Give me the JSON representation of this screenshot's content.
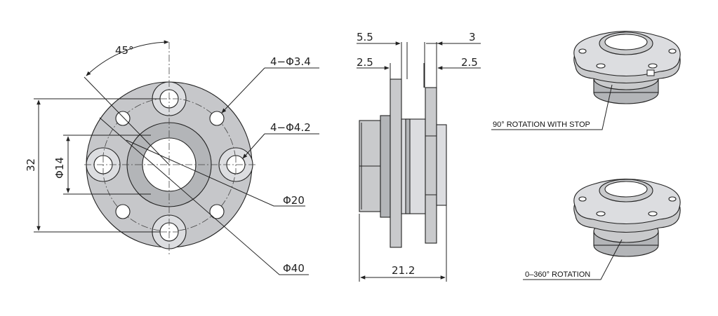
{
  "front_view": {
    "angle_label": "45°",
    "height_label": "32",
    "inner_dia_label": "Φ14",
    "hole_small_label": "4−Φ3.4",
    "hole_large_label": "4−Φ4.2",
    "bore_label": "Φ20",
    "outer_label": "Φ40"
  },
  "side_view": {
    "dim_top_left": "5.5",
    "dim_top_right": "3",
    "dim_mid_left": "2.5",
    "dim_mid_right": "2.5",
    "dim_bottom": "21.2"
  },
  "iso_views": {
    "top_caption": "90° ROTATION WITH STOP",
    "bottom_caption": "0–360° ROTATION"
  }
}
